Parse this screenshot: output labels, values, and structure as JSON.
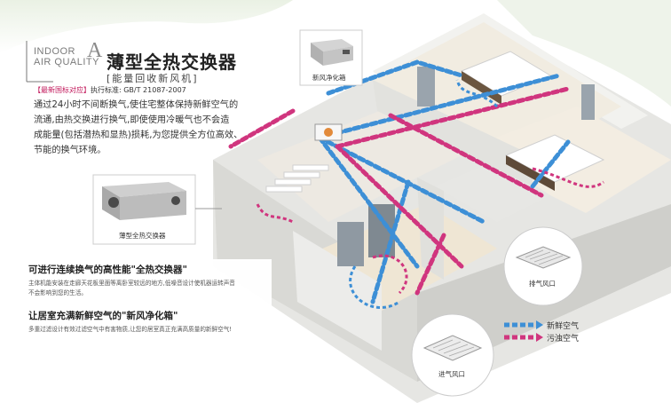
{
  "header": {
    "brand_line1": "INDOOR",
    "brand_line2": "AIR QUALITY",
    "brand_letter": "A",
    "title": "薄型全热交换器",
    "subtitle": "[能量回收新风机]",
    "standard_tag": "【最新国标对应】",
    "standard_text": "执行标准: GB/T 21087-2007"
  },
  "description": {
    "lines": [
      "通过24小时不间断换气,使住宅整体保持新鲜空气的",
      "流通,由热交换进行换气,即使使用冷暖气也不会造",
      "成能量(包括潜热和显热)损耗,为您提供全方位高效、",
      "节能的换气环境。"
    ]
  },
  "labels": {
    "heat_exchanger_caption": "薄型全热交换器",
    "fresh_air_box_caption": "新风净化箱",
    "exhaust_vent_caption": "排气风口",
    "intake_vent_caption": "进气风口"
  },
  "info": {
    "heading1": "可进行连续换气的高性能\"全热交换器\"",
    "text1": [
      "主体机能安装在走廊天花板里面等离卧室较远的地方,低噪音设计使机器运转声音",
      "不会影响到您的生活。"
    ],
    "heading2": "让居室充满新鲜空气的\"新风净化箱\"",
    "text2": "多重过滤设计有效过滤空气中有害物质,让您的居室真正充满高质量的新鲜空气!"
  },
  "legend": {
    "fresh_air": "新鲜空气",
    "dirty_air": "污浊空气"
  },
  "colors": {
    "fresh_air": "#3d8fd6",
    "dirty_air": "#d0357e",
    "title_text": "#222222",
    "accent": "#c2185b"
  }
}
